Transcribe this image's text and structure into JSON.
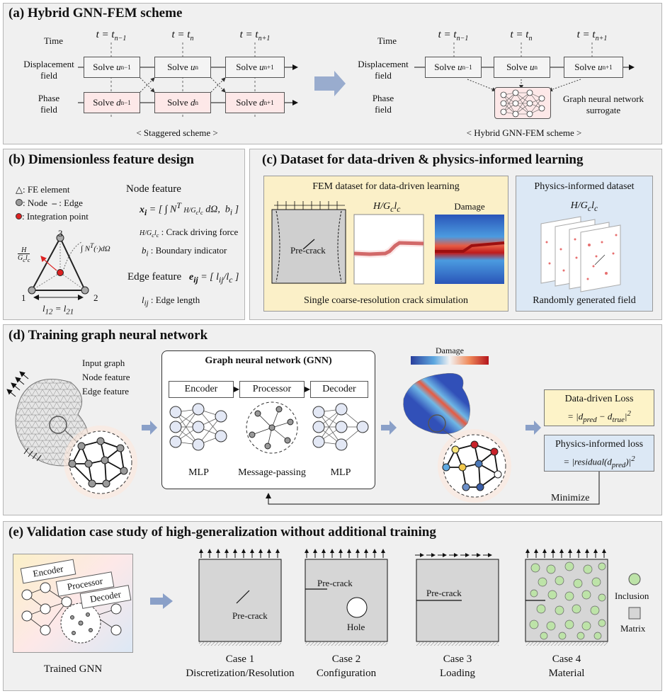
{
  "a": {
    "title": "(a) Hybrid GNN-FEM scheme",
    "time": "Time",
    "disp1": "Displacement",
    "disp2": "field",
    "phase1": "Phase",
    "phase2": "field",
    "t_prev": "t = t",
    "t_prev_sub": "n−1",
    "t_cur": "t = t",
    "t_cur_sub": "n",
    "t_next": "t = t",
    "t_next_sub": "n+1",
    "solve": "Solve",
    "u": "u",
    "d": "d",
    "sub_prev": "n−1",
    "sub_cur": "n",
    "sub_next": "n+1",
    "caption_left": "< Staggered scheme >",
    "caption_right": "< Hybrid GNN-FEM scheme >",
    "gnn_surrogate1": "Graph neural network",
    "gnn_surrogate2": "surrogate"
  },
  "b": {
    "title": "(b) Dimensionless feature design",
    "legend_fe": ": FE element",
    "legend_node": ": Node",
    "legend_edge": ": Edge",
    "legend_ip": ": Integration point",
    "node_feature": "Node feature",
    "crack_driving": ": Crack driving force",
    "boundary": ": Boundary indicator",
    "edge_feature": "Edge feature",
    "edge_length": ": Edge length",
    "n1": "1",
    "n2": "2",
    "n3": "3"
  },
  "c": {
    "title": "(c) Dataset for data-driven & physics-informed learning",
    "fem_title": "FEM dataset for data-driven learning",
    "damage": "Damage",
    "precrack": "Pre-crack",
    "fem_caption": "Single coarse-resolution crack simulation",
    "pi_title": "Physics-informed dataset",
    "pi_caption": "Randomly generated field"
  },
  "d": {
    "title": "(d) Training graph neural network",
    "input1": "Input graph",
    "input2": "Node feature",
    "input3": "Edge feature",
    "gnn_title": "Graph neural network (GNN)",
    "encoder": "Encoder",
    "processor": "Processor",
    "decoder": "Decoder",
    "mlp": "MLP",
    "mp": "Message-passing",
    "damage": "Damage",
    "dd_loss": "Data-driven  Loss",
    "pi_loss": "Physics-informed loss",
    "minimize": "Minimize"
  },
  "e": {
    "title": "(e) Validation case study of high-generalization without additional training",
    "trained": "Trained GNN",
    "encoder": "Encoder",
    "processor": "Processor",
    "decoder": "Decoder",
    "precrack": "Pre-crack",
    "hole": "Hole",
    "inclusion": "Inclusion",
    "matrix": "Matrix",
    "case1a": "Case 1",
    "case1b": "Discretization/Resolution",
    "case2a": "Case 2",
    "case2b": "Configuration",
    "case3a": "Case 3",
    "case3b": "Loading",
    "case4a": "Case 4",
    "case4b": "Material"
  },
  "colors": {
    "fem_bg": "#fbf0c8",
    "pi_bg": "#dce8f5",
    "dd_loss_bg": "#fdf3c8",
    "pi_loss_bg": "#dce8f5",
    "pink": "#fde8e8",
    "arrow_blue": "#6d86b8",
    "inclusion": "#bde3a8"
  }
}
